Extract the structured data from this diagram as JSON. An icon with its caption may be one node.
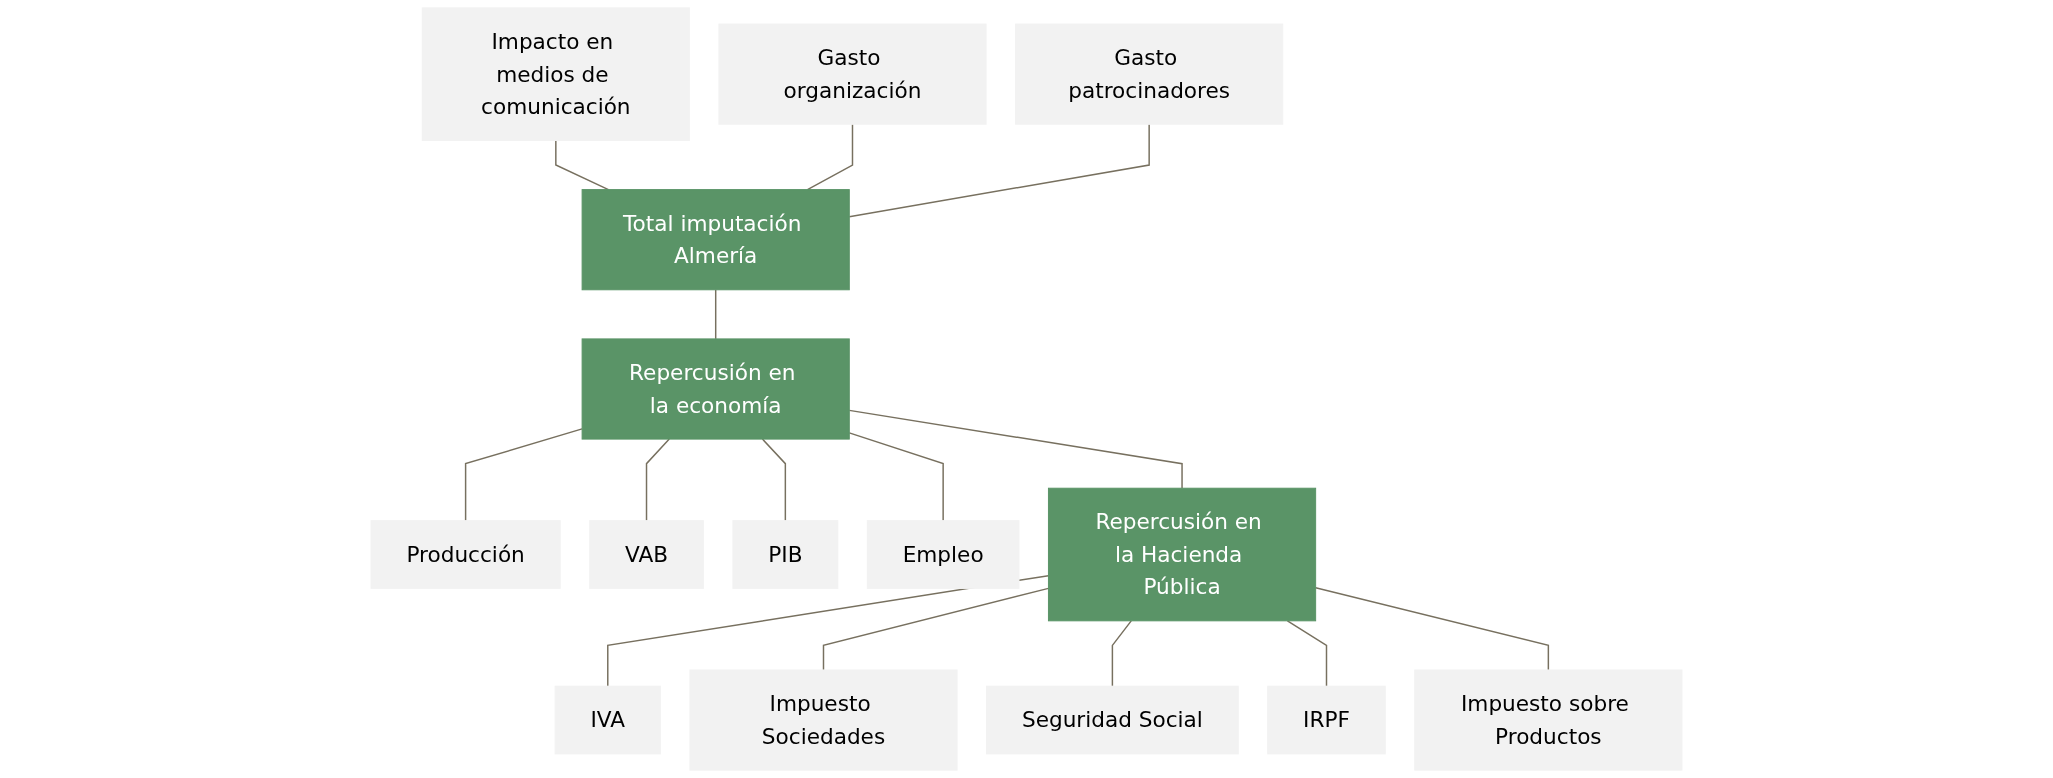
{
  "diagram": {
    "nodes": [
      {
        "text": [
          "Impacto en medios de comunicación"
        ]
      },
      {
        "text": [
          "Gasto organización"
        ]
      },
      {
        "text": [
          "Gasto patrocinadores"
        ]
      },
      {
        "text": [
          "Total imputación Almería"
        ]
      },
      {
        "text": [
          "Repercusión en la economía"
        ]
      },
      {
        "text": [
          "Producción"
        ]
      },
      {
        "text": [
          "VAB"
        ]
      },
      {
        "text": [
          "PIB"
        ]
      },
      {
        "text": [
          "Empleo"
        ]
      },
      {
        "text": [
          "Repercusión en la Hacienda Pública"
        ]
      },
      {
        "text": [
          "IVA"
        ]
      },
      {
        "text": [
          "Impuesto Sociedades"
        ]
      },
      {
        "text": [
          "Seguridad Social"
        ]
      },
      {
        "text": [
          "IRPF"
        ]
      },
      {
        "text": [
          "Impuesto sobre Productos"
        ]
      }
    ],
    "edges": [
      {
        "from": 0,
        "to": 3,
        "arrow": "none"
      },
      {
        "from": 1,
        "to": 3,
        "arrow": "none"
      },
      {
        "from": 2,
        "to": 3,
        "arrow": "none"
      },
      {
        "from": 3,
        "to": 4,
        "arrow": "none"
      },
      {
        "from": 4,
        "to": 5,
        "arrow": "none"
      },
      {
        "from": 4,
        "to": 6,
        "arrow": "none"
      },
      {
        "from": 4,
        "to": 7,
        "arrow": "none"
      },
      {
        "from": 4,
        "to": 8,
        "arrow": "none"
      },
      {
        "from": 4,
        "to": 9,
        "arrow": "none"
      },
      {
        "from": 9,
        "to": 10,
        "arrow": "none"
      },
      {
        "from": 9,
        "to": 11,
        "arrow": "none"
      },
      {
        "from": 9,
        "to": 12,
        "arrow": "none"
      },
      {
        "from": 9,
        "to": 13,
        "arrow": "none"
      },
      {
        "from": 9,
        "to": 14,
        "arrow": "none"
      }
    ]
  }
}
